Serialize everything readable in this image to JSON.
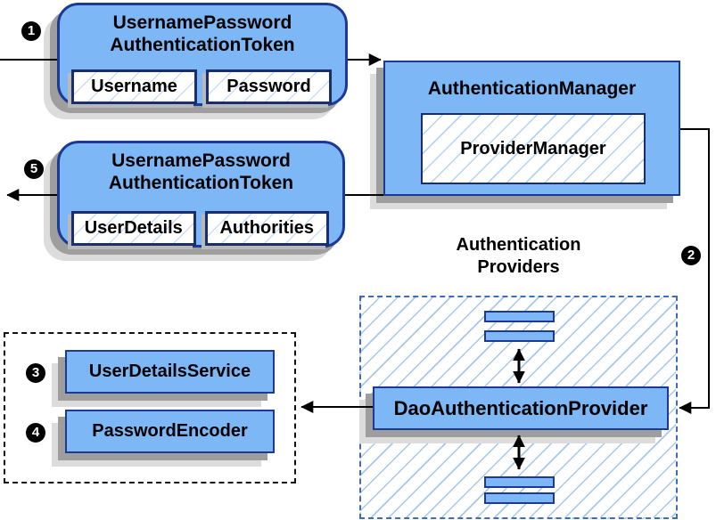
{
  "colors": {
    "node_fill": "#7db7f5",
    "node_border": "#1c3993",
    "hatch_line": "#9cc3ea",
    "shadow_near": "#9e9e9e",
    "shadow_far": "#dcdcdc",
    "providers_border": "#3e6db5",
    "connector": "#000000"
  },
  "nodes": {
    "request_token": {
      "badge": "1",
      "title_line1": "UsernamePassword",
      "title_line2": "AuthenticationToken",
      "fields": [
        "Username",
        "Password"
      ]
    },
    "authentication_manager": {
      "title": "AuthenticationManager",
      "inner": "ProviderManager"
    },
    "result_token": {
      "badge": "5",
      "title_line1": "UsernamePassword",
      "title_line2": "AuthenticationToken",
      "fields": [
        "UserDetails",
        "Authorities"
      ]
    },
    "providers_group": {
      "badge": "2",
      "label_line1": "Authentication",
      "label_line2": "Providers",
      "provider": "DaoAuthenticationProvider"
    },
    "services_group": {
      "items": [
        {
          "badge": "3",
          "label": "UserDetailsService"
        },
        {
          "badge": "4",
          "label": "PasswordEncoder"
        }
      ]
    }
  }
}
